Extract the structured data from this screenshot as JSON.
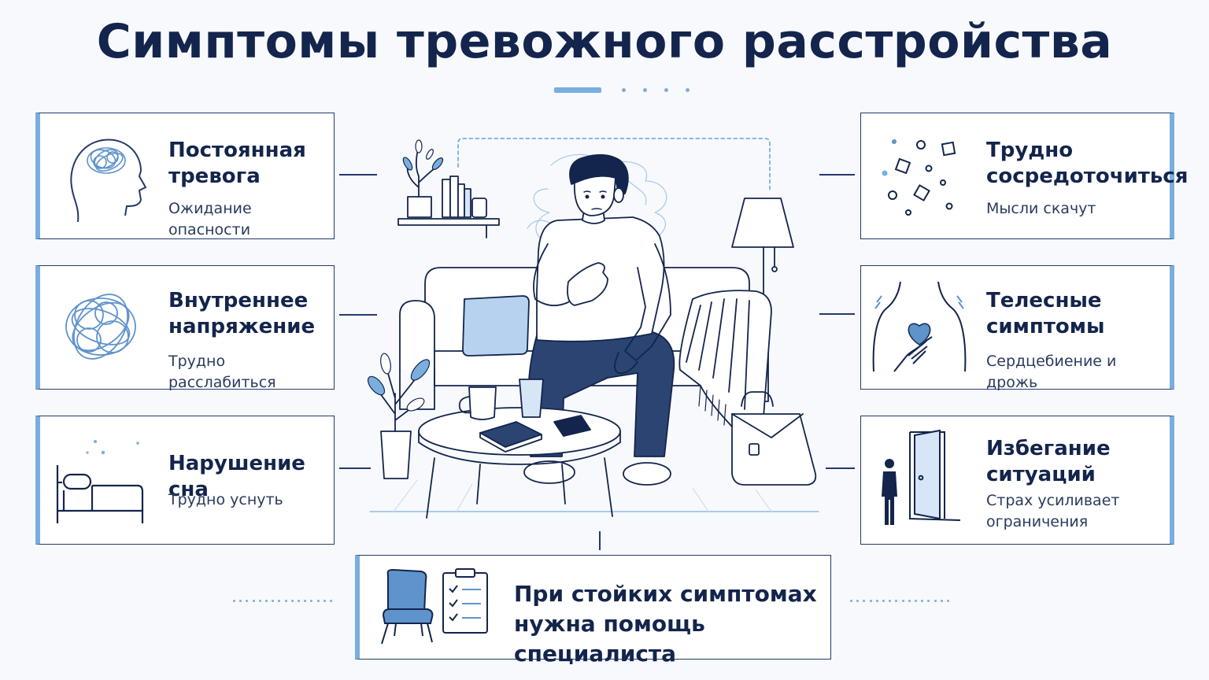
{
  "title": "Симптомы тревожного расстройства",
  "cards": {
    "anxiety": {
      "title": [
        "Постоянная",
        "тревога"
      ],
      "subtitle": "Ожидание опасности",
      "icon": "head-tangle-icon"
    },
    "tension": {
      "title": [
        "Внутреннее",
        "напряжение"
      ],
      "subtitle": "Трудно расслабиться",
      "icon": "tangle-icon"
    },
    "sleep": {
      "title": [
        "Нарушение сна"
      ],
      "subtitle": "Трудно уснуть",
      "icon": "bed-moon-icon"
    },
    "focus": {
      "title": [
        "Трудно",
        "сосредоточиться"
      ],
      "subtitle": "Мысли скачут",
      "icon": "scattered-shapes-icon"
    },
    "body": {
      "title": [
        "Телесные",
        "симптомы"
      ],
      "subtitle": "Сердцебиение и дрожь",
      "icon": "chest-heart-icon"
    },
    "avoidance": {
      "title": [
        "Избегание",
        "ситуаций"
      ],
      "subtitle": [
        "Страх усиливает",
        "ограничения"
      ],
      "icon": "door-person-icon"
    }
  },
  "bottom": {
    "lines": [
      "При стойких симптомах",
      "нужна помощь специалиста"
    ],
    "icons": [
      "armchair-icon",
      "checklist-icon"
    ]
  },
  "colors": {
    "navy": "#13254c",
    "accent": "#7aaede",
    "background": "#f7f9fd"
  }
}
